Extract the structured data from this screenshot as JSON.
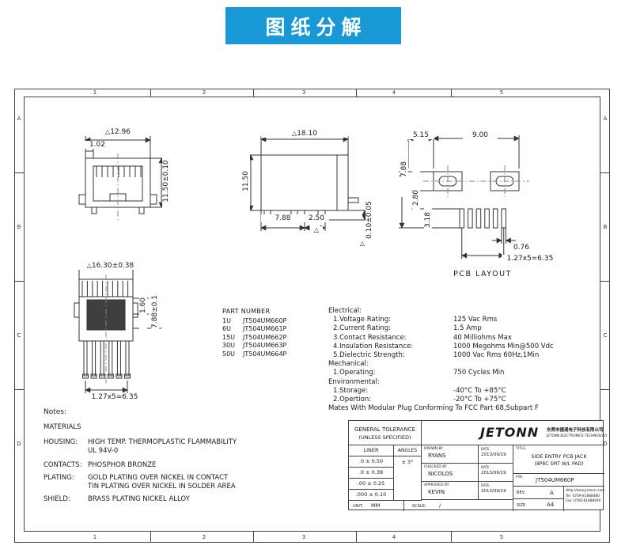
{
  "banner": {
    "title": "图纸分解"
  },
  "symbols": {
    "triangle": "△"
  },
  "colors": {
    "banner_bg": "#1898d5",
    "line": "#333333"
  },
  "sheet": {
    "ruler_numbers": [
      "1",
      "2",
      "3",
      "4",
      "5"
    ],
    "row_letters": [
      "A",
      "B",
      "C",
      "D"
    ]
  },
  "views": {
    "front": {
      "width": "12.96",
      "tab": "1.02",
      "height": "11.50±0.10"
    },
    "side": {
      "width": "18.10",
      "height": "11.50",
      "foot": "7.88",
      "peg": "2.50",
      "standoff": "0.10±0.05"
    },
    "pcb": {
      "a": "5.15",
      "b": "9.00",
      "c": "7.88",
      "d": "2.80",
      "e": "3.18",
      "pad": "0.76",
      "pitch": "1.27x5=6.35",
      "caption": "PCB LAYOUT"
    },
    "bottom": {
      "width": "16.30±0.38",
      "a": "1.60",
      "b": "7.88±0.1",
      "pitch": "1.27x5=6.35"
    }
  },
  "part_table": {
    "header": "PART NUMBER",
    "rows": [
      {
        "u": "1U",
        "pn": "JT504UM660P"
      },
      {
        "u": "6U",
        "pn": "JT504UM661P"
      },
      {
        "u": "15U",
        "pn": "JT504UM662P"
      },
      {
        "u": "30U",
        "pn": "JT504UM663P"
      },
      {
        "u": "50U",
        "pn": "JT504UM664P"
      }
    ]
  },
  "specs": {
    "electrical": {
      "header": "Electrical:",
      "items": [
        {
          "label": "1.Voltage Rating:",
          "value": "125 Vac Rms"
        },
        {
          "label": "2.Current Rating:",
          "value": "1.5 Amp"
        },
        {
          "label": "3.Contact Resistance:",
          "value": "40 Milliohms Max"
        },
        {
          "label": "4.Insulation Resistance:",
          "value": "1000 Megohms Min@500 Vdc"
        },
        {
          "label": "5.Dielectric Strength:",
          "value": "1000 Vac Rms 60Hz,1Min"
        }
      ]
    },
    "mechanical": {
      "header": "Mechanical:",
      "items": [
        {
          "label": "1.Operating:",
          "value": "750 Cycles Min"
        }
      ]
    },
    "environmental": {
      "header": "Environmental:",
      "items": [
        {
          "label": "1.Storage:",
          "value": "-40°C To +85°C"
        },
        {
          "label": "2.Opertion:",
          "value": "-20°C To +75°C"
        }
      ]
    },
    "mates": "Mates With Modular Plug Conforming To FCC Part 68,Subpart F"
  },
  "notes": {
    "header": "Notes:",
    "materials": "MATERIALS",
    "items": [
      {
        "label": "HOUSING:",
        "line1": "HIGH TEMP. THERMOPLASTIC FLAMMABILITY",
        "line2": "UL 94V-0"
      },
      {
        "label": "CONTACTS:",
        "line1": "PHOSPHOR BRONZE",
        "line2": ""
      },
      {
        "label": "PLATING:",
        "line1": "GOLD PLATING OVER NICKEL IN CONTACT",
        "line2": "TIN PLATING OVER NICKEL IN SOLDER AREA"
      },
      {
        "label": "SHIELD:",
        "line1": "BRASS PLATING NICKEL ALLOY",
        "line2": ""
      }
    ]
  },
  "title_block": {
    "tolerance": {
      "line1": "GENERAL TOLERANCE",
      "line2": "(UNLESS SPECIFIED)",
      "liner": "LINER",
      "angles": "ANGLES",
      "angle_value": "± 3°",
      "rows": [
        ".0  ± 0.50",
        ".0  ± 0.38",
        ".00  ± 0.25",
        ".000 ± 0.10"
      ]
    },
    "signatures": [
      {
        "role": "DRAWN BY",
        "name": "RYANS",
        "date_label": "DATE",
        "date": "2013/09/19"
      },
      {
        "role": "CHECKED BY",
        "name": "NICOLOS",
        "date_label": "DATE",
        "date": "2013/09/19"
      },
      {
        "role": "APPROVED BY",
        "name": "KEVIN",
        "date_label": "DATE",
        "date": "2013/09/19"
      }
    ],
    "company": {
      "logo": "JETONN",
      "cn": "东莞市捷通电子科技有限公司",
      "en": "JETONN ELECTRONICS TECHNOLOGY"
    },
    "title_label": "TITLE.",
    "title1": "SIDE ENTRY PCB JACK",
    "title2": "(8P8C SMT W/L PAD)",
    "pn_label": "P/N.",
    "pn": "JT504UM660P",
    "rev_label": "REV.",
    "rev": "A",
    "size_label": "SIZE",
    "size": "A4",
    "unit_label": "UNIT.",
    "unit_value": "MM",
    "scale_label": "SCALE:",
    "scale_value": "/",
    "contact": {
      "web": "Http://www.jetonn.com",
      "tel": "Tel: 0769-81888480",
      "fax": "Fax: 0769-81888946"
    }
  }
}
